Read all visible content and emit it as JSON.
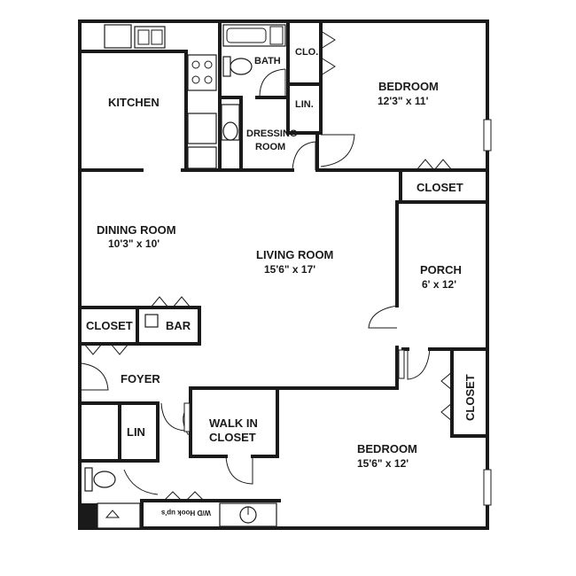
{
  "rooms": {
    "kitchen": {
      "name": "KITCHEN"
    },
    "bath": {
      "name": "BATH"
    },
    "closet_clo": {
      "name": "CLO."
    },
    "linen_top": {
      "name": "LIN."
    },
    "dressing_room": {
      "name_line1": "DRESSING",
      "name_line2": "ROOM"
    },
    "bedroom_1": {
      "name": "BEDROOM",
      "size": "12'3\" x 11'"
    },
    "bedroom_1_closet": {
      "name": "CLOSET"
    },
    "dining_room": {
      "name": "DINING ROOM",
      "size": "10'3\" x 10'"
    },
    "living_room": {
      "name": "LIVING ROOM",
      "size": "15'6\" x 17'"
    },
    "porch": {
      "name": "PORCH",
      "size": "6' x 12'"
    },
    "foyer_closet": {
      "name": "CLOSET"
    },
    "bar": {
      "name": "BAR"
    },
    "foyer": {
      "name": "FOYER"
    },
    "walk_in_closet": {
      "name_line1": "WALK IN",
      "name_line2": "CLOSET"
    },
    "linen_bottom": {
      "name": "LIN"
    },
    "bedroom_2": {
      "name": "BEDROOM",
      "size": "15'6\" x 12'"
    },
    "bedroom_2_closet": {
      "name": "CLOSET"
    },
    "wd_hookups": {
      "name": "W/D Hook up's"
    }
  }
}
